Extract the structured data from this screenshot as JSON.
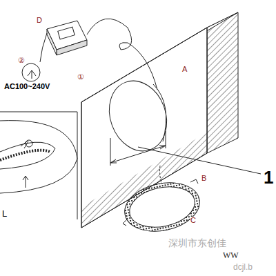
{
  "diagram": {
    "labels": [
      "D",
      "②",
      "AC100~240V",
      "①",
      "A",
      "B",
      "C",
      "1",
      "L",
      "深圳市东创佳",
      "WW",
      "dcjl.b"
    ]
  }
}
